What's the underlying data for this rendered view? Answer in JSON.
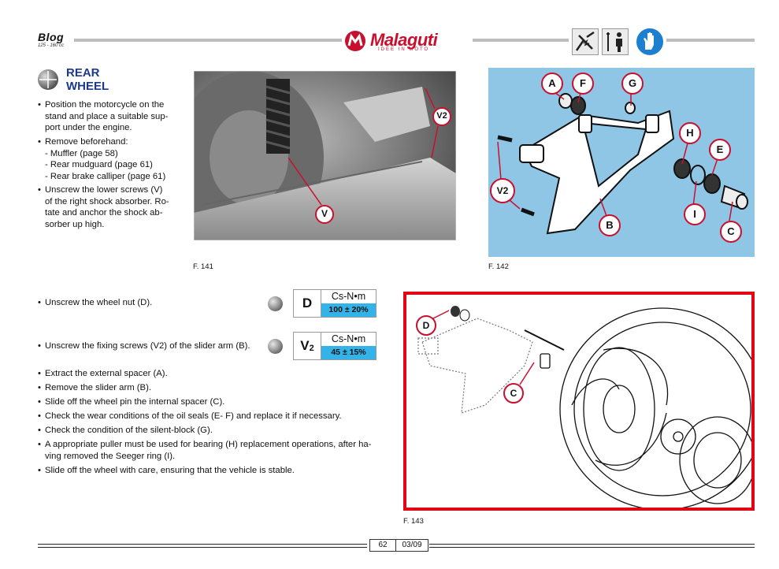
{
  "header": {
    "model": "Blog",
    "model_sub": "125 - 160 cc",
    "brand": "Malaguti",
    "brand_tagline": "IDEE IN MOTO",
    "icons": [
      "tools-spark-icon",
      "tools-mechanic-icon",
      "gloves-icon"
    ]
  },
  "section": {
    "title_line1": "REAR",
    "title_line2": "WHEEL"
  },
  "intro": {
    "b1": [
      "Position the motorcycle on the",
      "stand and place a suitable sup-",
      "port under the engine."
    ],
    "b2_head": "Remove beforehand:",
    "b2_items": [
      "- Muffler (page 58)",
      "- Rear mudguard (page 61)",
      "- Rear brake calliper (page 61)"
    ],
    "b3": [
      "Unscrew the lower screws (V)",
      "of the right shock absorber. Ro-",
      "tate and anchor the shock ab-",
      "sorber up high."
    ]
  },
  "figures": {
    "f141": "F. 141",
    "f142": "F. 142",
    "f143": "F. 143",
    "f141_labels": [
      "V2",
      "V"
    ],
    "f142_labels": [
      "A",
      "F",
      "G",
      "H",
      "E",
      "V2",
      "B",
      "I",
      "C"
    ],
    "f143_labels": [
      "D",
      "C"
    ]
  },
  "steps": {
    "s1": "Unscrew the wheel nut (D).",
    "s2": "Unscrew the fixing screws (V2) of the slider arm (B).",
    "list": [
      "Extract the external spacer (A).",
      "Remove the slider arm (B).",
      "Slide off the wheel pin the internal spacer (C).",
      "Check the wear conditions of the oil seals (E- F) and replace it if necessary.",
      "Check the condition of the silent-block (G)."
    ],
    "puller_l1": "A appropriate puller must be used for bearing (H) replacement operations, after ha-",
    "puller_l2": "ving removed the Seeger ring (I).",
    "last": "Slide off the wheel with care, ensuring that the vehicle is stable."
  },
  "torque": {
    "unit": "Cs-N•m",
    "d": {
      "letter": "D",
      "value": "100 ± 20%"
    },
    "v2": {
      "letter": "V",
      "sub": "2",
      "value": "45 ± 15%"
    }
  },
  "footer": {
    "page": "62",
    "date": "03/09"
  },
  "colors": {
    "brand_red": "#c8102e",
    "frame_red": "#e20613",
    "torque_blue": "#33b3e8",
    "photo2_bg": "#8fc6e6",
    "title_blue": "#1b3a8a"
  }
}
